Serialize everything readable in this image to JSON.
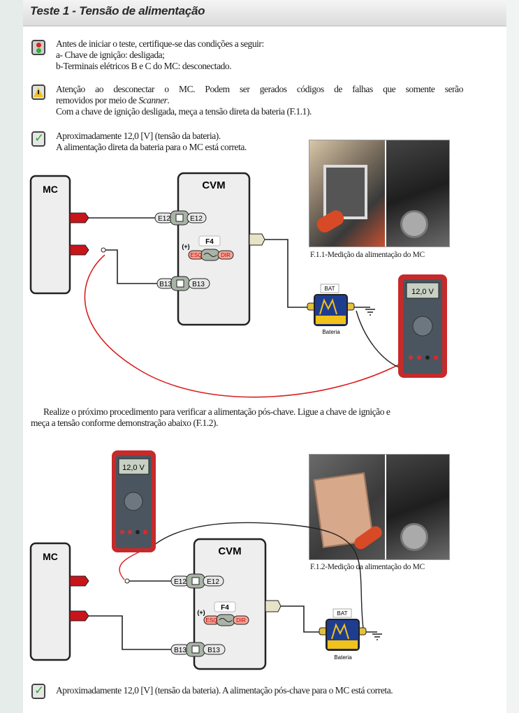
{
  "header": {
    "title": "Teste 1 - Tensão de alimentação"
  },
  "preconditions": {
    "icon": "traffic-light-icon",
    "lines": [
      "Antes de iniciar o teste, certifique-se das condições a seguir:",
      "a- Chave de ignição: desligada;",
      "b-Terminais elétricos B e C do MC: desconectado."
    ]
  },
  "warning": {
    "icon": "warning-icon",
    "line1": "Atenção ao desconectar o MC. Podem ser gerados códigos de falhas que somente serão",
    "line2_prefix": "removidos por meio de ",
    "line2_em": "Scanner",
    "line2_suffix": ".",
    "line3": "Com a chave de ignição desligada,  meça a tensão direta da bateria (F.1.1)."
  },
  "result1": {
    "icon": "check-icon",
    "lines": [
      "Aproximadamente 12,0 [V] (tensão da bateria).",
      "A alimentação direta da bateria para o MC está correta."
    ]
  },
  "diagram": {
    "mc": "MC",
    "cvm": "CVM",
    "e12": "E12",
    "b13": "B13",
    "fuse": "F4",
    "plus": "(+)",
    "esq": "ESQ",
    "dir": "DIR",
    "bat": "BAT",
    "bateria": "Bateria",
    "meter_reading": "12,0 V"
  },
  "figure1": {
    "caption": "F.1.1-Medição da alimentação do MC"
  },
  "procedure": {
    "lines": [
      "Realize o próximo procedimento  para verificar a alimentação pós-chave. Ligue a chave de ignição e",
      "meça a tensão conforme demonstração abaixo (F.1.2)."
    ]
  },
  "figure2": {
    "caption": "F.1.2-Medição da alimentação do MC"
  },
  "result2": {
    "icon": "check-icon",
    "text": "Aproximadamente 12,0 [V] (tensão da bateria). A alimentação pós-chave  para o MC está correta."
  },
  "colors": {
    "pin_red": "#c8141b",
    "meter_red": "#c62a2a",
    "wire_red": "#d8201f",
    "check_green": "#2ea830",
    "warning_yellow": "#f2c21b"
  }
}
